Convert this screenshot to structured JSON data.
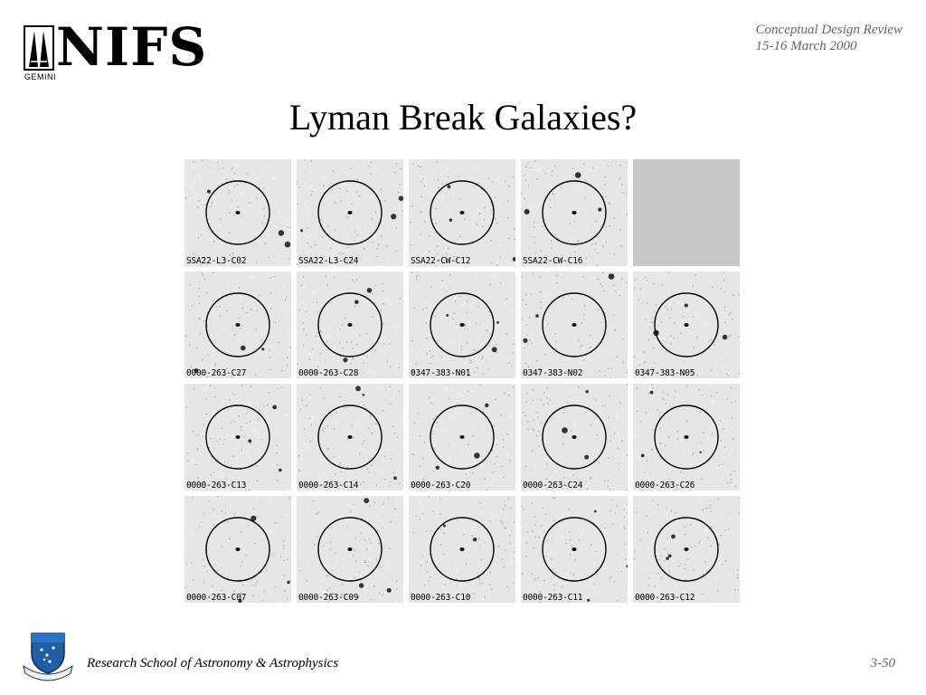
{
  "header": {
    "logo_text": "NIFS",
    "logo_subtext": "GEMINI",
    "conference_title": "Conceptual Design Review",
    "conference_dates": "15-16 March 2000"
  },
  "slide": {
    "title": "Lyman Break Galaxies?"
  },
  "image_grid": {
    "columns": 5,
    "rows": 4,
    "cells": [
      {
        "label": "SSA22-L3-C02"
      },
      {
        "label": "SSA22-L3-C24"
      },
      {
        "label": "SSA22-CW-C12"
      },
      {
        "label": "SSA22-CW-C16"
      },
      {
        "label": ""
      },
      {
        "label": "0000-263-C27"
      },
      {
        "label": "0000-263-C28"
      },
      {
        "label": "0347-383-N01"
      },
      {
        "label": "0347-383-N02"
      },
      {
        "label": "0347-383-N05"
      },
      {
        "label": "0000-263-C13"
      },
      {
        "label": "0000-263-C14"
      },
      {
        "label": "0000-263-C20"
      },
      {
        "label": "0000-263-C24"
      },
      {
        "label": "0000-263-C26"
      },
      {
        "label": "0000-263-C07"
      },
      {
        "label": "0000-263-C09"
      },
      {
        "label": "0000-263-C10"
      },
      {
        "label": "0000-263-C11"
      },
      {
        "label": "0000-263-C12"
      }
    ]
  },
  "footer": {
    "institution": "Research School of Astronomy & Astrophysics",
    "page_number": "3-50"
  },
  "colors": {
    "tile_background": "#e6e6e6",
    "blank_tile": "#c8c8c8",
    "secondary_text": "#666666"
  }
}
